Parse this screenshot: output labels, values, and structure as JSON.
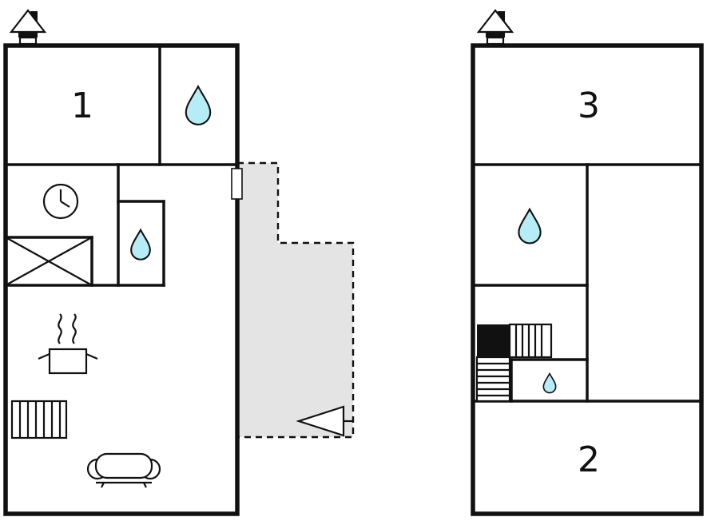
{
  "title": "apartment-floor-plan",
  "colors": {
    "wall": "#111111",
    "water_drop_fill": "#b5ecf5",
    "terrace_fill": "#e4e4e4",
    "background": "#ffffff"
  },
  "floor_left": {
    "rooms": {
      "room1": "1"
    }
  },
  "floor_right": {
    "rooms": {
      "room3": "3",
      "room2": "2"
    }
  },
  "icons": {
    "house": "house-icon",
    "water_drop": "water-drop-icon",
    "clock": "clock-icon",
    "crossed_box": "crossed-box-icon",
    "cooking_pot": "cooking-pot-icon",
    "radiator": "radiator-icon",
    "sofa": "sofa-icon",
    "stairs": "stairs-icon",
    "entrance_arrow": "entrance-arrow-icon"
  }
}
